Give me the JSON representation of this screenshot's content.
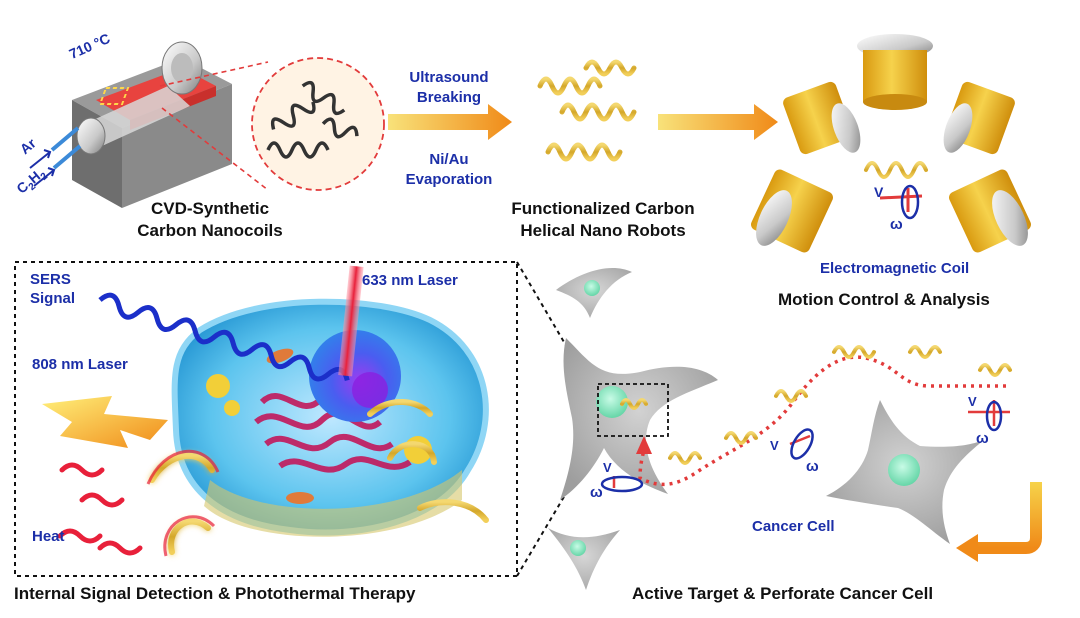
{
  "colors": {
    "label_black": "#111111",
    "label_blue": "#1c2fa8",
    "arrow_orange": "#f28c1c",
    "arrow_yellow": "#f6d34a",
    "helix_gold": "#d8b63a",
    "laser_red": "#e8203a",
    "path_red": "#e23b3b",
    "cell_gray": "#b9b9b9",
    "nucleus_green": "#8fe8c4",
    "sers_blue": "#1b2fc9",
    "furnace_red": "#e8433f"
  },
  "synthesis": {
    "temperature": "710 °C",
    "gas_ar": "Ar",
    "gas_c2h2_main": "C",
    "gas_c2h2_sub1": "2",
    "gas_c2h2_mid": "H",
    "gas_c2h2_sub2": "2",
    "caption_line1": "CVD-Synthetic",
    "caption_line2": "Carbon Nanocoils"
  },
  "step_arrow": {
    "label_top_line1": "Ultrasound",
    "label_top_line2": "Breaking",
    "label_bottom_line1": "Ni/Au",
    "label_bottom_line2": "Evaporation"
  },
  "robots": {
    "caption_line1": "Functionalized Carbon",
    "caption_line2": "Helical Nano Robots"
  },
  "coil_system": {
    "coil_label": "Electromagnetic Coil",
    "caption": "Motion Control & Analysis",
    "v_symbol": "V",
    "omega_symbol": "ω"
  },
  "therapy_panel": {
    "sers_line1": "SERS",
    "sers_line2": "Signal",
    "laser_633": "633 nm Laser",
    "laser_808": "808 nm Laser",
    "heat": "Heat",
    "caption": "Internal Signal Detection & Photothermal Therapy"
  },
  "targeting": {
    "cancer_cell": "Cancer Cell",
    "caption": "Active Target & Perforate Cancer Cell",
    "v_symbol": "V",
    "omega_symbol": "ω"
  }
}
